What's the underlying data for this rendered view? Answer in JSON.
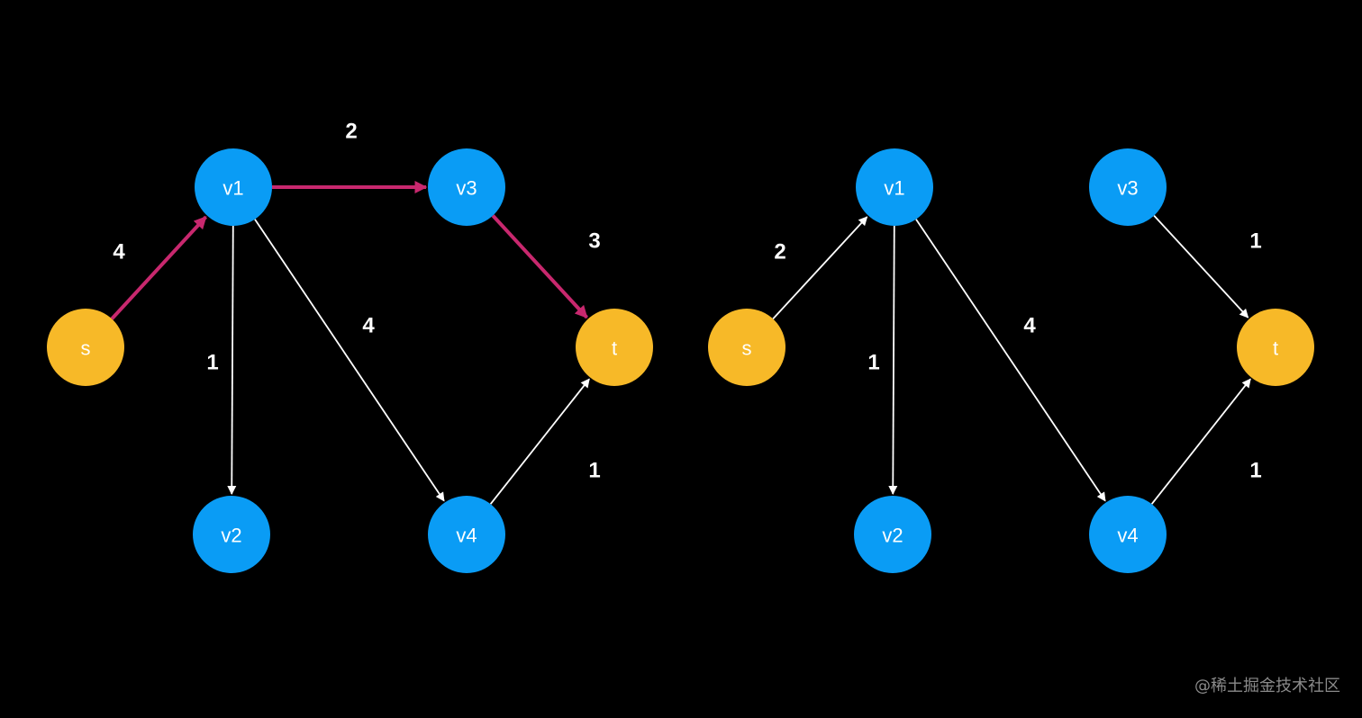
{
  "colors": {
    "background": "#000000",
    "source_sink_node": "#F7B928",
    "internal_node": "#0A9CF5",
    "highlight_edge": "#C8286E",
    "edge": "#FFFFFF"
  },
  "graphs": [
    {
      "nodes": [
        {
          "id": "s",
          "label": "s",
          "kind": "terminal"
        },
        {
          "id": "v1",
          "label": "v1",
          "kind": "internal"
        },
        {
          "id": "v2",
          "label": "v2",
          "kind": "internal"
        },
        {
          "id": "v3",
          "label": "v3",
          "kind": "internal"
        },
        {
          "id": "v4",
          "label": "v4",
          "kind": "internal"
        },
        {
          "id": "t",
          "label": "t",
          "kind": "terminal"
        }
      ],
      "edges": [
        {
          "from": "s",
          "to": "v1",
          "weight": "4",
          "highlight": true
        },
        {
          "from": "v1",
          "to": "v3",
          "weight": "2",
          "highlight": true
        },
        {
          "from": "v3",
          "to": "t",
          "weight": "3",
          "highlight": true
        },
        {
          "from": "v1",
          "to": "v2",
          "weight": "1",
          "highlight": false
        },
        {
          "from": "v1",
          "to": "v4",
          "weight": "4",
          "highlight": false
        },
        {
          "from": "v4",
          "to": "t",
          "weight": "1",
          "highlight": false
        }
      ]
    },
    {
      "nodes": [
        {
          "id": "s",
          "label": "s",
          "kind": "terminal"
        },
        {
          "id": "v1",
          "label": "v1",
          "kind": "internal"
        },
        {
          "id": "v2",
          "label": "v2",
          "kind": "internal"
        },
        {
          "id": "v3",
          "label": "v3",
          "kind": "internal"
        },
        {
          "id": "v4",
          "label": "v4",
          "kind": "internal"
        },
        {
          "id": "t",
          "label": "t",
          "kind": "terminal"
        }
      ],
      "edges": [
        {
          "from": "s",
          "to": "v1",
          "weight": "2",
          "highlight": false
        },
        {
          "from": "v3",
          "to": "t",
          "weight": "1",
          "highlight": false
        },
        {
          "from": "v1",
          "to": "v2",
          "weight": "1",
          "highlight": false
        },
        {
          "from": "v1",
          "to": "v4",
          "weight": "4",
          "highlight": false
        },
        {
          "from": "v4",
          "to": "t",
          "weight": "1",
          "highlight": false
        }
      ]
    }
  ],
  "watermark": "@稀土掘金技术社区"
}
